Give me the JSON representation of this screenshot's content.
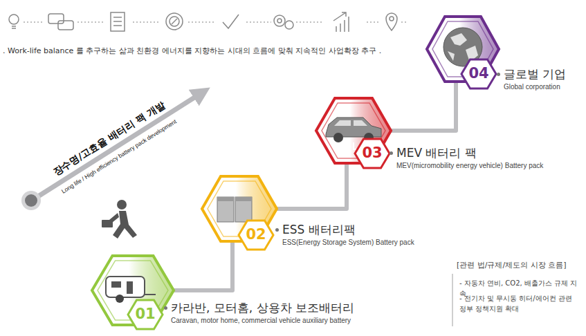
{
  "diagram": {
    "title": ". Work-life balance 를 추구하는 삶과 친환경 에너지를 지향하는 시대의 흐름에 맞춰 지속적인 사업확장 추구 .",
    "nodes": [
      {
        "text": [
          "01",
          "카라반, 모터홈, 상용차 보조배터리",
          "Caravan, motor home, commercial vehicle auxiliary battery"
        ]
      },
      {
        "text": [
          "02",
          "ESS 배터리팩",
          "ESS(Energy Storage System) Battery pack"
        ]
      },
      {
        "text": [
          "03",
          "MEV 배터리 팩",
          "MEV(micromobility energy vehicle) Battery pack"
        ]
      },
      {
        "text": [
          "04",
          "글로벌 기업",
          "Global corporation"
        ]
      }
    ],
    "edges": [
      {
        "from": 0,
        "to": 1,
        "arrow": "none"
      },
      {
        "from": 1,
        "to": 2,
        "arrow": "none"
      },
      {
        "from": 2,
        "to": 3,
        "arrow": "none"
      }
    ],
    "labels": [
      "장수명/고효율 배터리 팩 개발",
      "Long life / High efficiency battery pack development",
      "[관련 법/규제/제도의 시장 흐름]",
      "- 자동차 연비, CO2, 배출가스 규제 지속",
      "- 전기차 및 무시동 히터/에어컨 관련 정부 정책지원 확대"
    ]
  }
}
